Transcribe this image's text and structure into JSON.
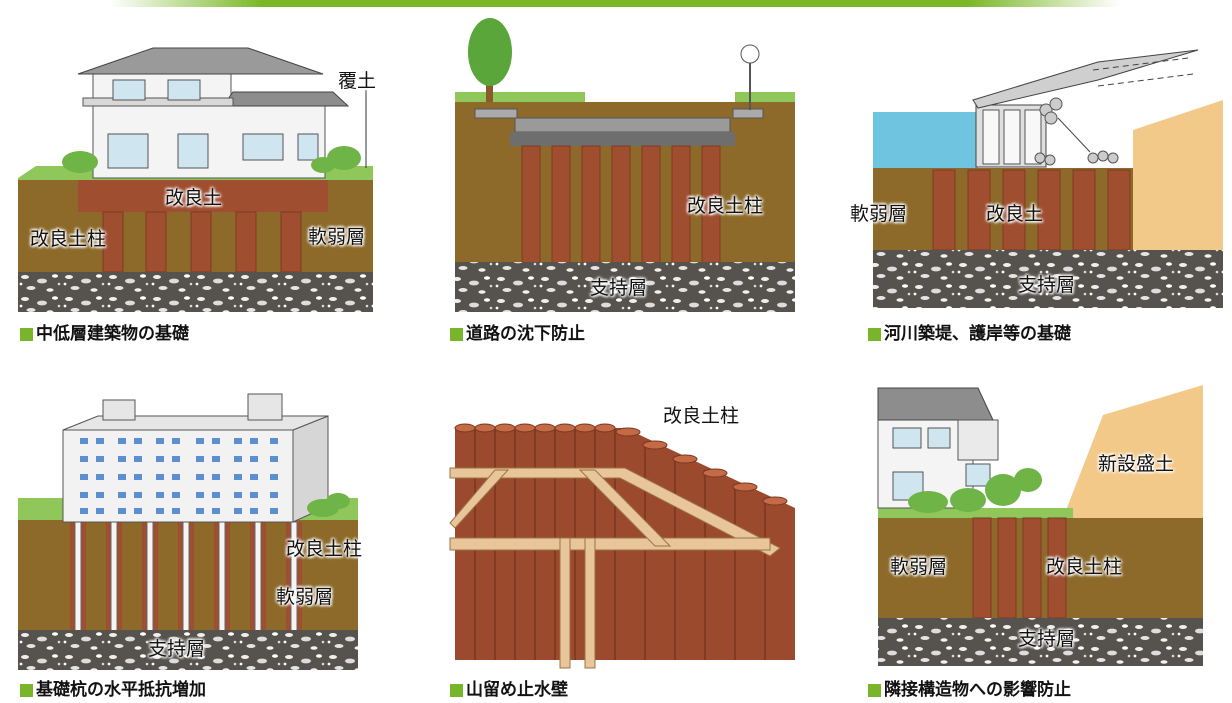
{
  "colors": {
    "soil": "#8d6a2a",
    "column": "#a04e30",
    "gravel": "#56524d",
    "grass": "#8fc75a",
    "caption_square": "#79b52b"
  },
  "panels": [
    {
      "caption": "中低層建築物の基礎",
      "labels": {
        "cover_soil": "覆土",
        "improved_soil": "改良土",
        "column": "改良土柱",
        "soft_layer": "軟弱層"
      }
    },
    {
      "caption": "道路の沈下防止",
      "labels": {
        "column": "改良土柱",
        "support_layer": "支持層"
      }
    },
    {
      "caption": "河川築堤、護岸等の基礎",
      "labels": {
        "soft_layer": "軟弱層",
        "improved_soil": "改良土",
        "support_layer": "支持層"
      }
    },
    {
      "caption": "基礎杭の水平抵抗増加",
      "labels": {
        "column": "改良土柱",
        "soft_layer": "軟弱層",
        "support_layer": "支持層"
      }
    },
    {
      "caption": "山留め止水壁",
      "labels": {
        "column": "改良土柱"
      }
    },
    {
      "caption": "隣接構造物への影響防止",
      "labels": {
        "new_embankment": "新設盛土",
        "soft_layer": "軟弱層",
        "column": "改良土柱",
        "support_layer": "支持層"
      }
    }
  ]
}
